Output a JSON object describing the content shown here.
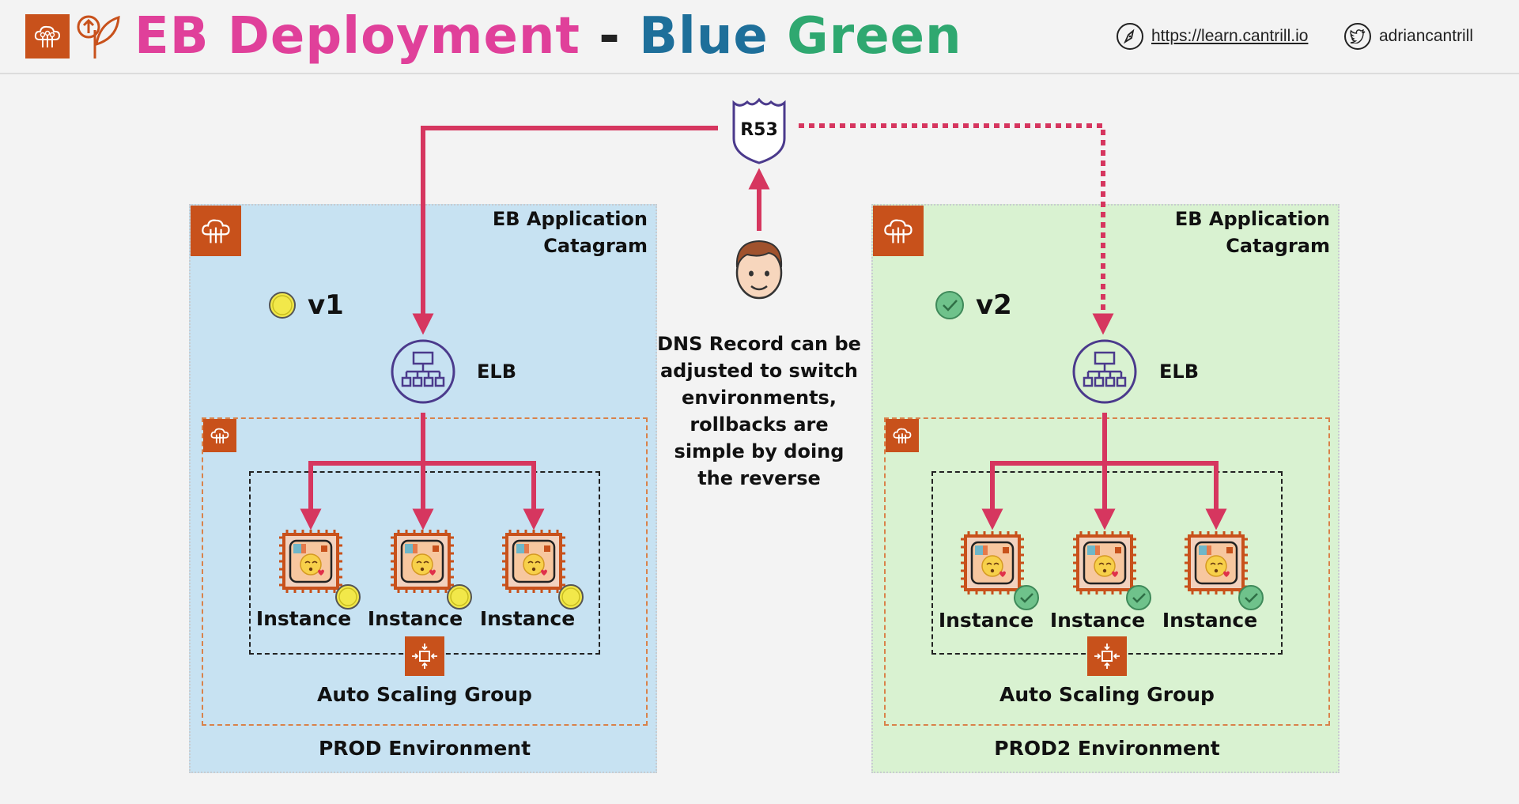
{
  "header": {
    "title_part1": "EB Deployment",
    "title_separator": "-",
    "title_part2": "Blue",
    "title_part3": "Green",
    "website_url": "https://learn.cantrill.io",
    "twitter_handle": "adriancantrill",
    "title_colors": {
      "part1": "#e0409a",
      "part2": "#1e6f9a",
      "part3": "#2fa870"
    }
  },
  "dns": {
    "label": "R53",
    "note_lines": [
      "DNS Record can be",
      "adjusted to switch",
      "environments,",
      "rollbacks are",
      "simple by doing",
      "the reverse"
    ]
  },
  "environments": [
    {
      "app_line1": "EB Application",
      "app_line2": "Catagram",
      "version": "v1",
      "elb_label": "ELB",
      "instances": [
        "Instance",
        "Instance",
        "Instance"
      ],
      "asg_label": "Auto Scaling Group",
      "env_label": "PROD Environment",
      "badge": "yellow-coin-icon",
      "background": "#c7e2f2"
    },
    {
      "app_line1": "EB Application",
      "app_line2": "Catagram",
      "version": "v2",
      "elb_label": "ELB",
      "instances": [
        "Instance",
        "Instance",
        "Instance"
      ],
      "asg_label": "Auto Scaling Group",
      "env_label": "PROD2 Environment",
      "badge": "green-check-icon",
      "background": "#d9f2d1"
    }
  ],
  "colors": {
    "arrow": "#d6365f",
    "aws_orange": "#c8511b",
    "elb_purple": "#4b3a8c"
  }
}
